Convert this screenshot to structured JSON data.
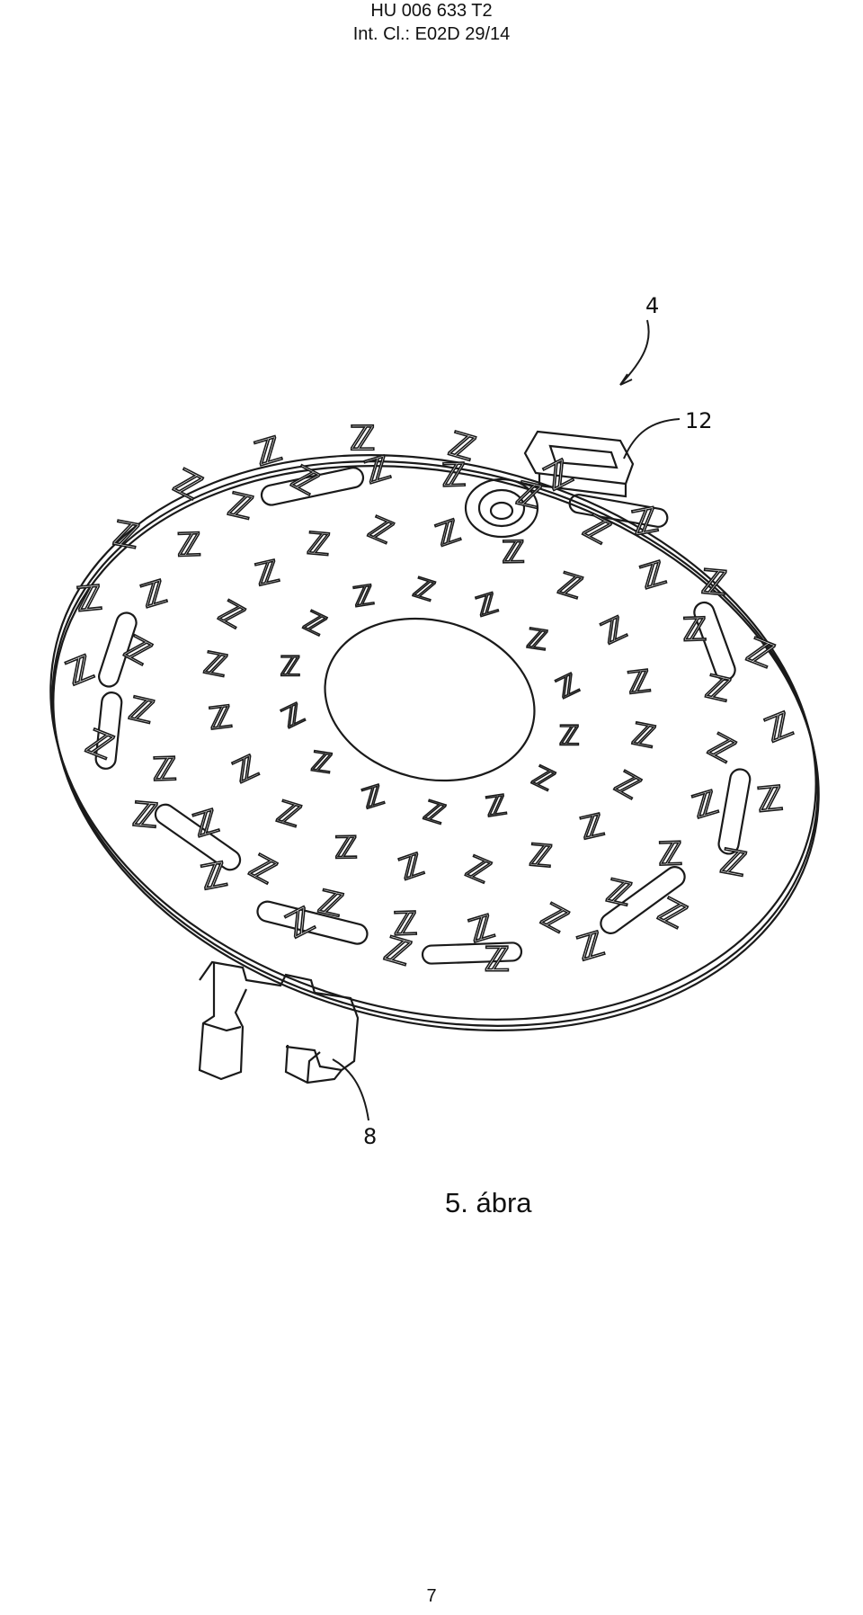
{
  "header": {
    "doc_number": "HU 006 633 T2",
    "classification": "Int. Cl.: E02D 29/14"
  },
  "figure": {
    "caption": "5. ábra",
    "reference_labels": [
      "4",
      "12",
      "8"
    ],
    "glyph": "ℤ"
  },
  "footer": {
    "page_number": "7"
  }
}
